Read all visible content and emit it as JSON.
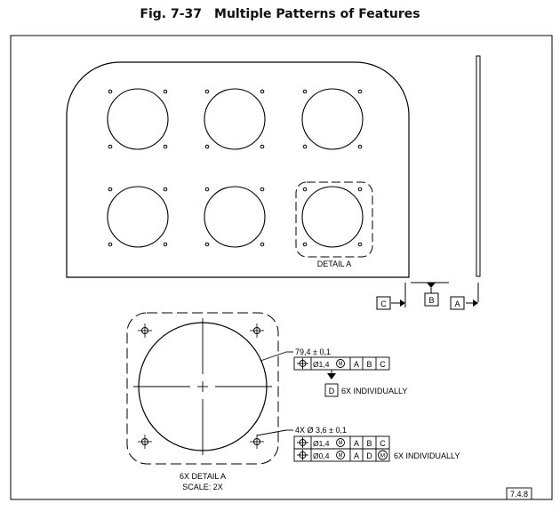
{
  "figure": {
    "number": "Fig. 7-37",
    "title": "Multiple Patterns of Features"
  },
  "detail_a_label": "DETAIL A",
  "datums": {
    "a": "A",
    "b": "B",
    "c": "C",
    "d": "D"
  },
  "detail_view": {
    "line1": "6X DETAIL A",
    "line2": "SCALE: 2X"
  },
  "callout_large_hole": {
    "size": "79,4 ± 0,1",
    "frame": {
      "symbol": "⌖",
      "tolerance": "Ø1,4",
      "modifier": "M",
      "datums": [
        "A",
        "B",
        "C"
      ]
    },
    "note": "6X INDIVIDUALLY"
  },
  "callout_small_holes": {
    "size": "4X Ø 3,6 ± 0,1",
    "frame1": {
      "symbol": "⌖",
      "tolerance": "Ø1,4",
      "modifier": "M",
      "datums": [
        "A",
        "B",
        "C"
      ]
    },
    "frame2": {
      "symbol": "⌖",
      "tolerance": "Ø0,4",
      "modifier": "M",
      "datums": [
        "A",
        "D",
        "M"
      ]
    },
    "note": "6X INDIVIDUALLY"
  },
  "paragraph_ref": "7.4.8"
}
